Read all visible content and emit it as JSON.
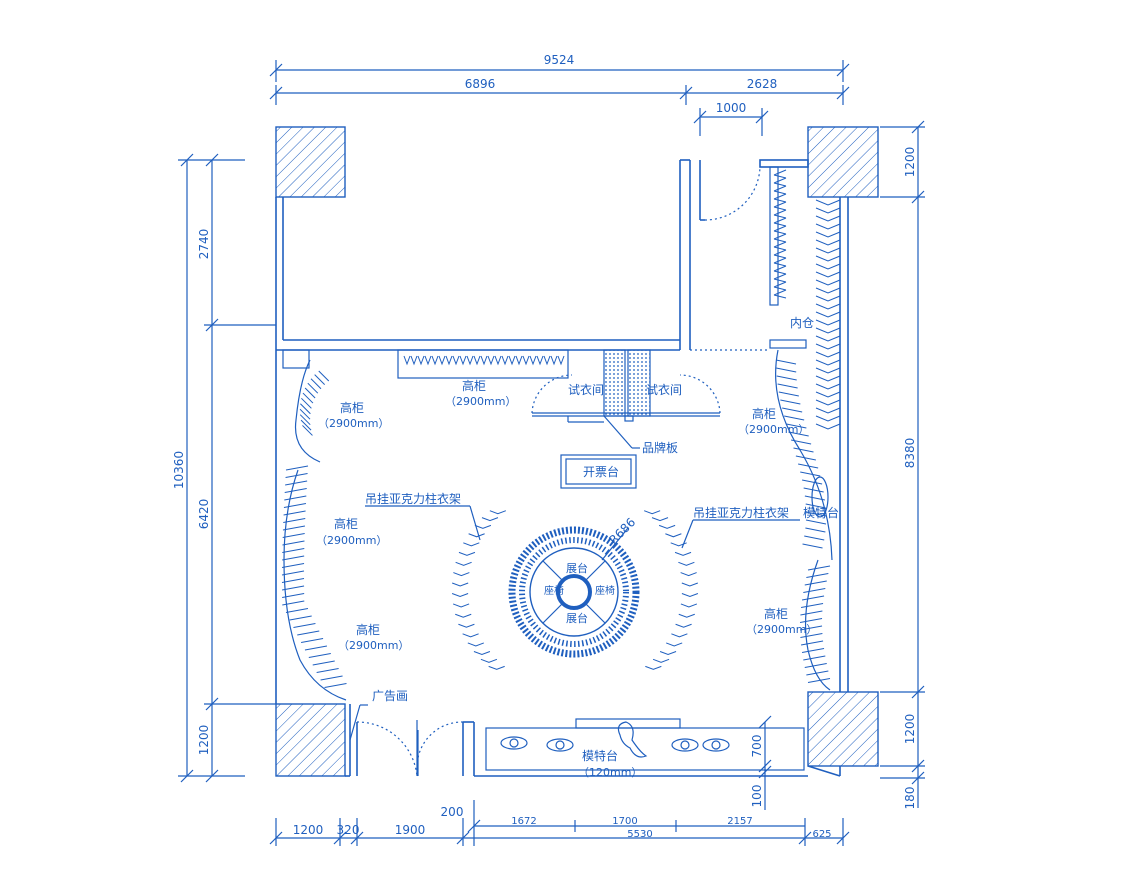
{
  "dimensions": {
    "top_total": "9524",
    "top_left": "6896",
    "top_right": "2628",
    "door_width": "1000",
    "left_total": "10360",
    "left_top": "2740",
    "left_mid": "6420",
    "left_bottom": "1200",
    "right_top": "1200",
    "right_mid": "8380",
    "right_bottom": "1200",
    "right_base": "180",
    "bottom_1": "1200",
    "bottom_2": "320",
    "bottom_3": "1900",
    "bottom_4": "200",
    "bottom_5": "1672",
    "bottom_6": "1700",
    "bottom_7": "2157",
    "bottom_8": "5530",
    "bottom_9": "625",
    "platform_h": "700",
    "platform_gap": "100",
    "radius": "R686"
  },
  "labels": {
    "fitting_room_1": "试衣间",
    "fitting_room_2": "试衣间",
    "brand_board": "品牌板",
    "cashier": "开票台",
    "storage": "内仓",
    "tall_cabinet": "高柜",
    "tall_cabinet_size": "（2900mm）",
    "acrylic_rack_left": "吊挂亚克力柱衣架",
    "acrylic_rack_right": "吊挂亚克力柱衣架",
    "model_stand_right": "模特台",
    "model_stand_bottom": "模特台",
    "model_stand_size": "（120mm）",
    "ad_panel": "广告画",
    "display_top": "展台",
    "display_bottom": "展台",
    "seat_left": "座椅",
    "seat_right": "座椅"
  },
  "colors": {
    "line": "#1f5fbf",
    "background": "#ffffff"
  }
}
